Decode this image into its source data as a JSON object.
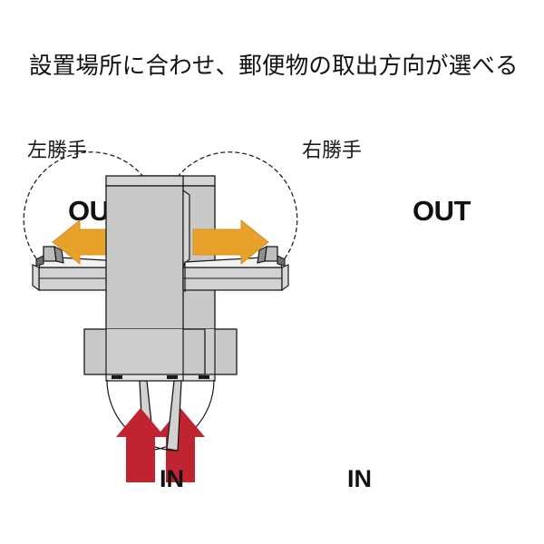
{
  "page": {
    "background_color": "#ffffff",
    "headline": "設置場所に合わせ、郵便物の取出方向が選べる"
  },
  "palette": {
    "body_gray": "#c9c9c9",
    "body_gray_light": "#d6d6d6",
    "body_gray_dark": "#b4b4b4",
    "tray_gray": "#d2d2d2",
    "outline": "#1a1a1a",
    "arrow_orange": "#e8a22b",
    "arrow_orange_outline": "#d4901e",
    "arrow_red": "#bf2430",
    "text_black": "#111111",
    "dash_line": "#222222"
  },
  "diagrams": [
    {
      "id": "left-hand",
      "hand_label": "左勝手",
      "out_label": "OUT",
      "in_label": "IN",
      "out_arrow_direction": "left",
      "in_arrow_direction": "up",
      "door_swing": "left",
      "hinge_side": "left"
    },
    {
      "id": "right-hand",
      "hand_label": "右勝手",
      "out_label": "OUT",
      "in_label": "IN",
      "out_arrow_direction": "right",
      "in_arrow_direction": "up",
      "door_swing": "right",
      "hinge_side": "right"
    }
  ],
  "icons": {
    "out_arrow": "arrow-left-icon",
    "out_arrow_right": "arrow-right-icon",
    "in_arrow": "arrow-up-icon",
    "swing_arc": "dashed-arc-icon"
  }
}
